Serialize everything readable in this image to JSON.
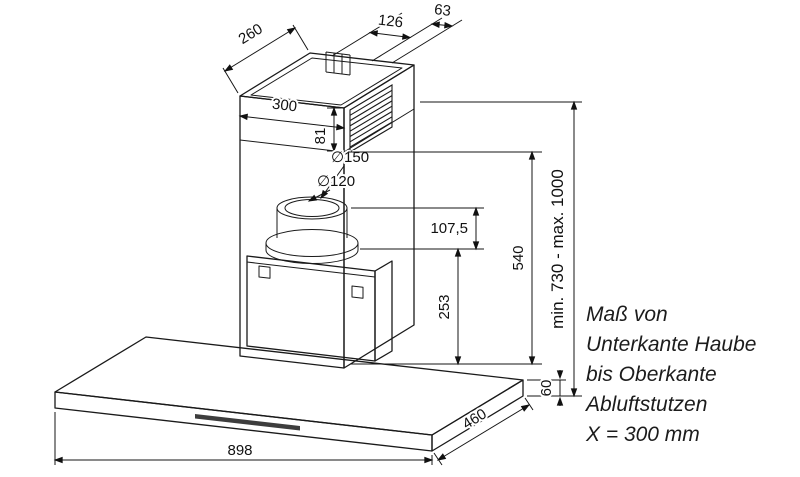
{
  "dims": {
    "top_depth": "260",
    "duct_offset": "126",
    "duct_offset2": "63",
    "chimney_width": "300",
    "upper_chimney_height": "81",
    "duct_diameter_outer": "∅150",
    "duct_diameter_inner": "∅120",
    "spigot_height": "107,5",
    "chimney_lower_height": "540",
    "box_height": "253",
    "height_range": "min. 730 - max. 1000",
    "body_height": "60",
    "body_width": "898",
    "body_depth": "460"
  },
  "note": {
    "lines": [
      "Maß von",
      "Unterkante Haube",
      "bis Oberkante",
      "Abluftstutzen",
      "X = 300 mm"
    ]
  },
  "colors": {
    "line": "#1a1a1a",
    "background": "#ffffff"
  }
}
